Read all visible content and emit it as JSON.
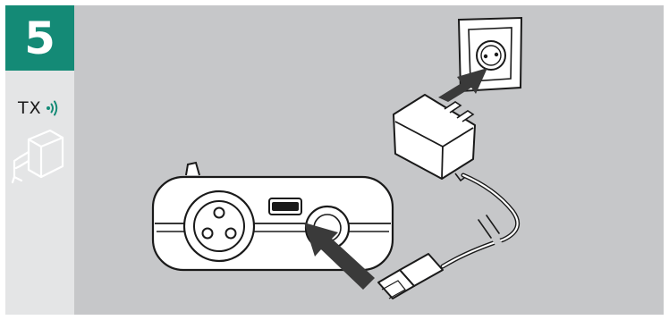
{
  "step": {
    "number": "5",
    "badge_color": "#148a76"
  },
  "device": {
    "label": "TX",
    "signal_icon": "wireless-signal-icon",
    "signal_color": "#148a76"
  },
  "icons": {
    "sidebar_icon": "power-adapter-icon",
    "illustration": "charging-setup-illustration"
  },
  "colors": {
    "panel": "#c6c7c9",
    "sidebar": "#e4e5e6",
    "arrow": "#3a3a3a",
    "line": "#1a1a1a"
  }
}
